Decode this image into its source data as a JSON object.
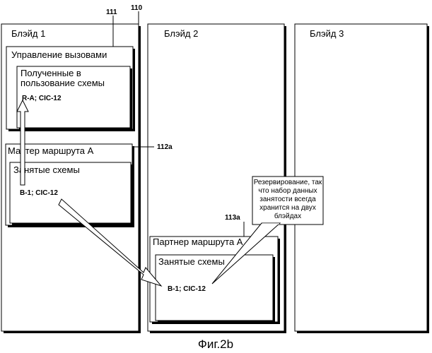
{
  "figure": {
    "caption": "Фиг.2b",
    "ref_main": "110",
    "ref_call_control": "111",
    "ref_master": "112a",
    "ref_partner": "113a"
  },
  "blades": [
    {
      "label": "Блэйд 1"
    },
    {
      "label": "Блэйд 2"
    },
    {
      "label": "Блэйд 3"
    }
  ],
  "call_control": {
    "title": "Управление вызовами",
    "inner_title_line1": "Полученные в",
    "inner_title_line2": "пользование схемы",
    "entry": "R-A; CIC-12"
  },
  "master": {
    "title": "Мастер маршрута А",
    "inner_title": "Занятые схемы",
    "entry": "B-1; CIC-12"
  },
  "partner": {
    "title": "Партнер маршрута А",
    "inner_title": "Занятые схемы",
    "entry": "B-1; CIC-12"
  },
  "callout": {
    "lines": [
      "Резервирование, так",
      "что набор данных",
      "занятости всегда",
      "хранится на двух",
      "блэйдах"
    ]
  }
}
